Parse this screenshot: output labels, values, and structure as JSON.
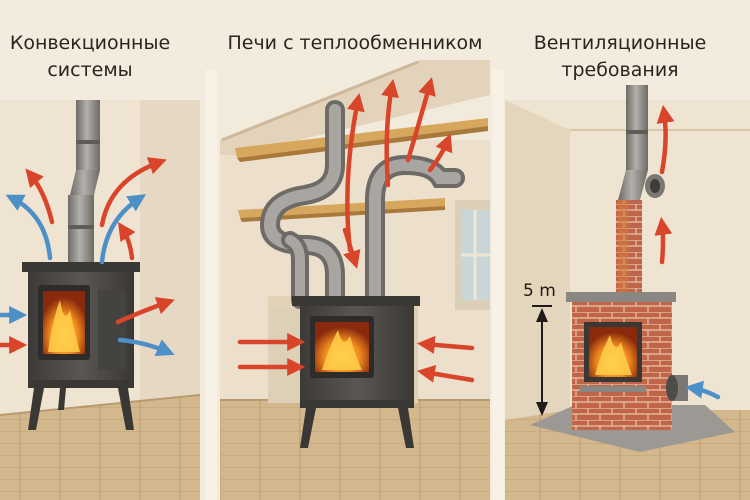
{
  "panels": [
    {
      "title": "Конвекционные\nсистемы"
    },
    {
      "title": "Печи с теплообменником"
    },
    {
      "title": "Вентиляционные\nтребования",
      "height_label": "5 m"
    }
  ],
  "colors": {
    "hot_air": "#d9452b",
    "cool_air": "#4d90c8",
    "stove_metal": "#4a4744",
    "pipe": "#8a8783",
    "brick": "#c0644a",
    "wall": "#efe4d2",
    "floor": "#d2b488",
    "fire": "#f08a1e"
  }
}
